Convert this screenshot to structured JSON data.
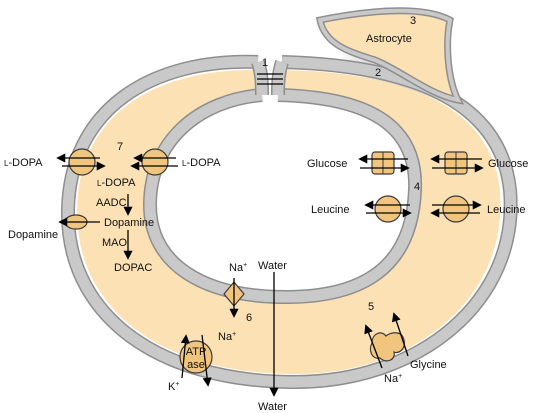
{
  "colors": {
    "cytoplasm": "#fbe1b4",
    "membrane": "#c9c9c9",
    "membrane_edge": "#8e8e8e",
    "transporter_fill": "#f1c57d",
    "transporter_stroke": "#3a3a3a",
    "arrow": "#000000"
  },
  "numbers": {
    "n1": "1",
    "n2": "2",
    "n3": "3",
    "n4": "4",
    "n5": "5",
    "n6": "6",
    "n7": "7"
  },
  "labels": {
    "astrocyte": "Astrocyte",
    "ldopa_out": "DOPA",
    "ldopa_in_right": "DOPA",
    "ldopa_inner": "DOPA",
    "ldopa_prefix": "L",
    "dash": "-",
    "aadc": "AADC",
    "dopamine_in": "Dopamine",
    "dopamine_out": "Dopamine",
    "mao": "MAO",
    "dopac": "DOPAC",
    "glucose_left": "Glucose",
    "glucose_right": "Glucose",
    "leucine_left": "Leucine",
    "leucine_right": "Leucine",
    "na_top": "Na",
    "na_mid": "Na",
    "na_bottom": "Na",
    "plus": "+",
    "k": "K",
    "water_top": "Water",
    "water_bottom": "Water",
    "glycine": "Glycine",
    "atp": "ATP",
    "ase": "ase"
  }
}
